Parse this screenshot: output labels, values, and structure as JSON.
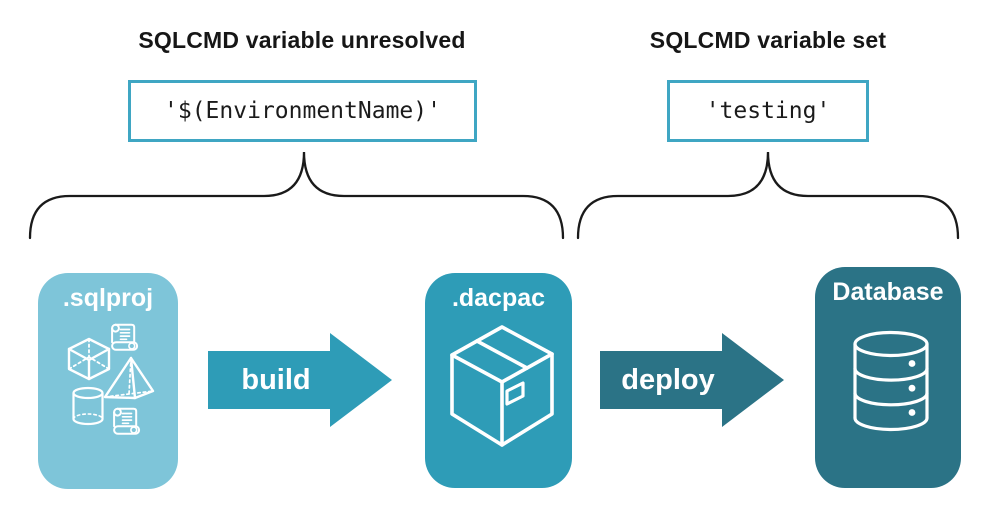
{
  "diagram": {
    "annotations": [
      {
        "heading": "SQLCMD variable unresolved",
        "value": "'$(EnvironmentName)'"
      },
      {
        "heading": "SQLCMD variable set",
        "value": "'testing'"
      }
    ],
    "pipeline": {
      "stages": [
        {
          "label": ".sqlproj",
          "color": "#7ec5d9",
          "icons": [
            "cube-icon",
            "scroll-icon",
            "pyramid-icon",
            "cylinder-icon",
            "scroll-icon"
          ]
        },
        {
          "label": ".dacpac",
          "color": "#2e9cb7",
          "icons": [
            "package-icon"
          ]
        },
        {
          "label": "Database",
          "color": "#2b7386",
          "icons": [
            "database-icon"
          ]
        }
      ],
      "arrows": [
        {
          "label": "build",
          "color": "#2e9cb7"
        },
        {
          "label": "deploy",
          "color": "#2b7386"
        }
      ]
    },
    "accent_border_color": "#3fa6c3",
    "brace_color": "#1a1a1a",
    "text_color": "#161616",
    "icon_stroke_color": "#ffffff"
  }
}
